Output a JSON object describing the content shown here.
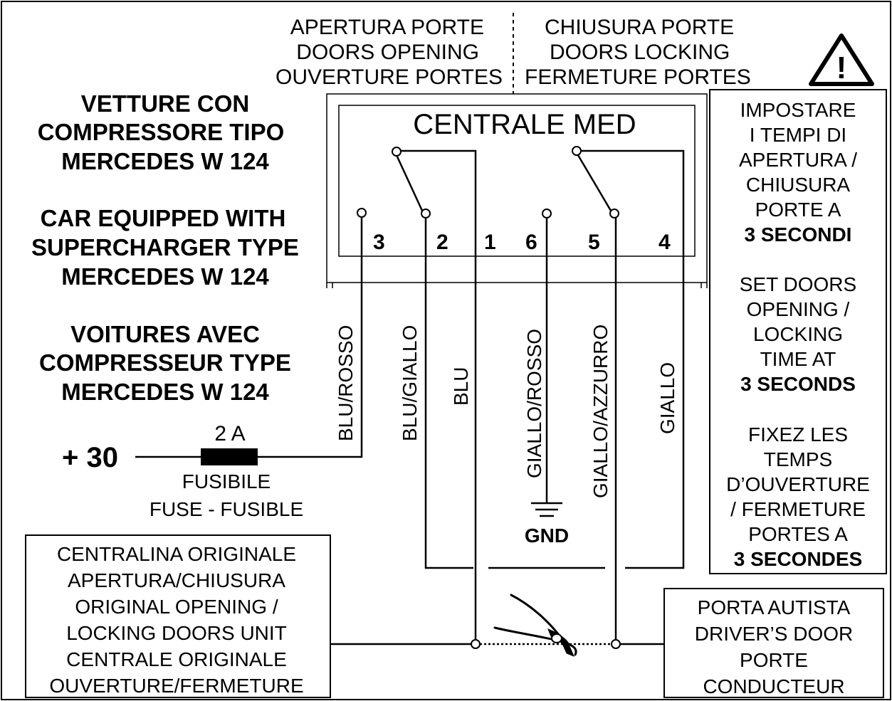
{
  "header": {
    "opening": [
      "APERTURA PORTE",
      "DOORS OPENING",
      "OUVERTURE PORTES"
    ],
    "locking": [
      "CHIUSURA PORTE",
      "DOORS LOCKING",
      "FERMETURE PORTES"
    ]
  },
  "module": {
    "title": "CENTRALE MED",
    "terminals": [
      "3",
      "2",
      "1",
      "6",
      "5",
      "4"
    ]
  },
  "vehicle_notes": {
    "it": [
      "VETTURE CON",
      "COMPRESSORE TIPO",
      "MERCEDES W 124"
    ],
    "en": [
      "CAR EQUIPPED WITH",
      "SUPERCHARGER TYPE",
      "MERCEDES W 124"
    ],
    "fr": [
      "VOITURES AVEC",
      "COMPRESSEUR TYPE",
      "MERCEDES W 124"
    ]
  },
  "wires": {
    "blu_rosso": "BLU/ROSSO",
    "blu_giallo": "BLU/GIALLO",
    "blu": "BLU",
    "giallo_rosso": "GIALLO/ROSSO",
    "giallo_azzurro": "GIALLO/AZZURRO",
    "giallo": "GIALLO"
  },
  "power": {
    "supply": "+ 30",
    "fuse_rating": "2 A",
    "fuse_label": [
      "FUSIBILE",
      "FUSE - FUSIBLE"
    ]
  },
  "ground_label": "GND",
  "warning": {
    "line1": "IMPOSTARE",
    "line2": "I TEMPI DI",
    "line3": "APERTURA /",
    "line4": "CHIUSURA",
    "line5": "PORTE A",
    "line6": "3 SECONDI",
    "line7": "SET DOORS",
    "line8": "OPENING /",
    "line9": "LOCKING",
    "line10": "TIME AT",
    "line11": "3 SECONDS",
    "line12": "FIXEZ LES",
    "line13": "TEMPS",
    "line14": "D’OUVERTURE",
    "line15": "/ FERMETURE",
    "line16": "PORTES A",
    "line17": "3 SECONDES",
    "symbol": "!"
  },
  "original_unit": [
    "CENTRALINA ORIGINALE",
    "APERTURA/CHIUSURA",
    "ORIGINAL OPENING /",
    "LOCKING DOORS UNIT",
    "CENTRALE ORIGINALE",
    "OUVERTURE/FERMETURE"
  ],
  "driver_door": [
    "PORTA AUTISTA",
    "DRIVER’S DOOR",
    "PORTE",
    "CONDUCTEUR"
  ]
}
